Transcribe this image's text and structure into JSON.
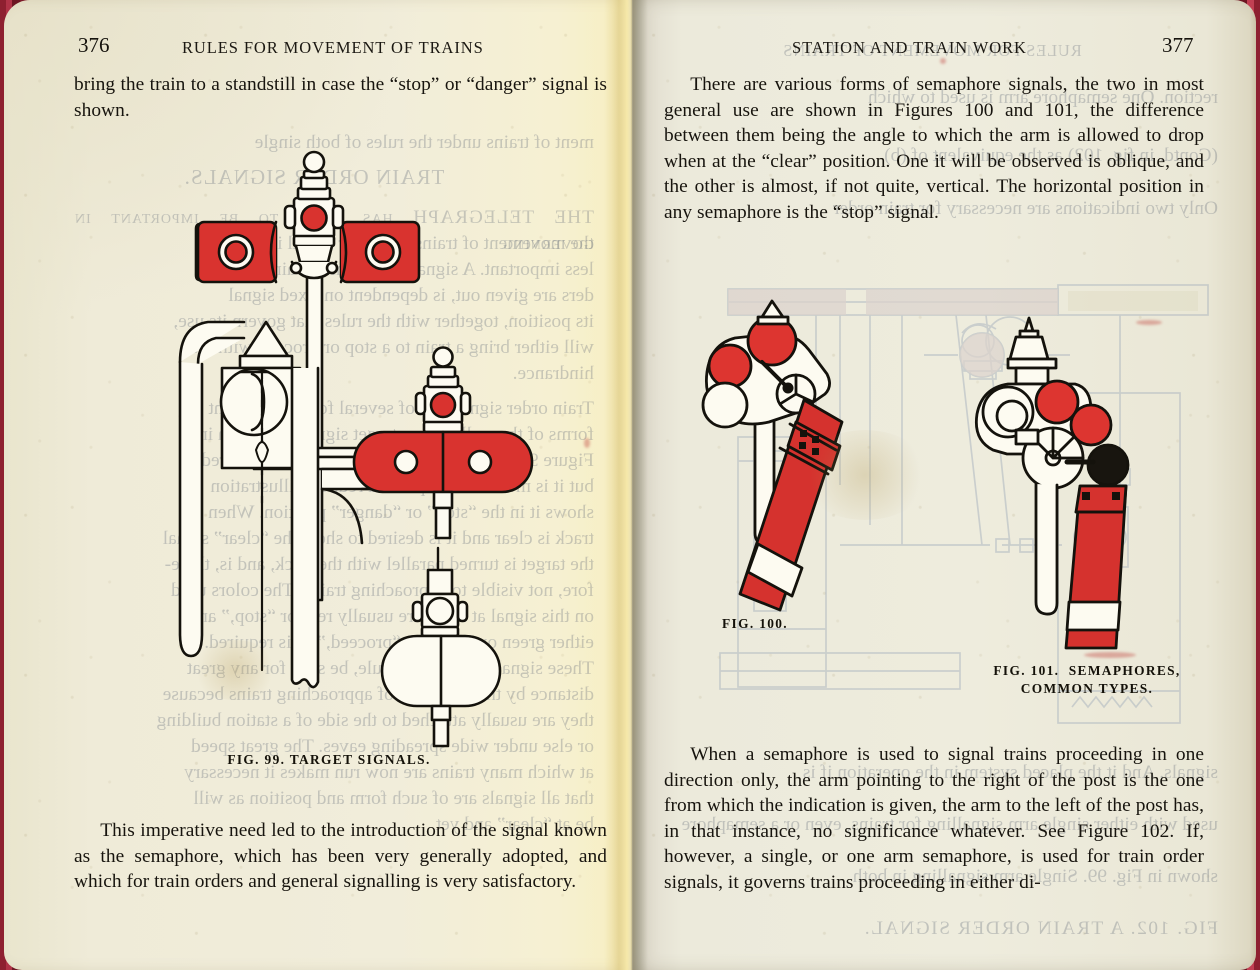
{
  "book": {
    "spread_label": "open book spread, two facing pages",
    "cover_color": "#7d1b28",
    "paper_color": "#eeead7",
    "ink_color": "#17140e",
    "signal_red": "#d8322f",
    "bleed_color": "#5d6675"
  },
  "left_page": {
    "folio": "376",
    "running_head": "RULES FOR MOVEMENT OF TRAINS",
    "paragraphs": [
      "bring the train to a standstill in case the “stop” or “danger” signal is shown.",
      "This imperative need led to the introduction of the signal known as the semaphore, which has been very generally adopted, and which for train orders and general signalling is very satisfactory."
    ],
    "figure": {
      "caption": "FIG. 99.  TARGET SIGNALS.",
      "number": "FIG. 99.",
      "title": "TARGET SIGNALS.",
      "description": "Line engraving of three railroad target signals: a double square red target with white ring centres on a post with lamp and finial, a red dumb-bell (two-lobed) target with two white holes, and a plain white oval target, each mounted over a lamp casing."
    },
    "bleed_through": {
      "heading": "TRAIN ORDER SIGNALS.",
      "lines": [
        "ment of trains under the rules of both single",
        "THE TELEGRAPH has come to be important in governing",
        "the movement of trains. Whether signal is no",
        "less important. A signal, from which train or-",
        "ders are given out, is dependent on fixed signal",
        "its position, together with the rules that govern its use,",
        "will either bring a train to a stop or proceed without",
        "hindrance.",
        "Train order signals are of several forms. Different",
        "forms of the well-known target signal are shown in",
        "Figure 99. The signal is painted either green or red,",
        "but it is more usually painted red.  The illustration",
        "shows it in the “stop” or “danger” position.  When the",
        "track is clear and it is desired to show the “clear” signal",
        "the target is turned parallel with the track, and is, there-",
        "fore, not visible to approaching trains.  The colors used",
        "on this signal at night are usually red for “stop,” and",
        "either green or white for “proceed,” as is required.",
        "These signals cannot, as a rule, be seen for any great",
        "distance by the engineers of approaching trains because",
        "they are usually attached to the side of a station building",
        "or else under wide spreading eaves.  The great speed",
        "at which many trains are now run makes it necessary",
        "that all signals are of such form and position as will",
        "be at “clear” and yet"
      ]
    }
  },
  "right_page": {
    "folio": "377",
    "running_head": "STATION AND TRAIN WORK",
    "paragraphs": [
      "There are various forms of semaphore signals, the two in most general use are shown in Figures 100 and 101, the difference between them being the angle to which the arm is allowed to drop when at the “clear” position.  One it will be observed is oblique, and the other is almost, if not quite, vertical.  The horizontal position in any semaphore is the “stop” signal.",
      "When a semaphore is used to signal trains proceeding in one direction only, the arm pointing to the right of the post is the one from which the indication is given, the arm to the left of the post has, in that instance, no significance whatever.  See Figure 102.  If, however, a single, or one arm semaphore, is used for train order signals, it governs trains proceeding in either di-"
    ],
    "figures": [
      {
        "caption": "FIG. 100.",
        "number": "FIG. 100.",
        "title": "",
        "description": "Semaphore signal head with oblique dropped red blade; spectacle casting carries two red roundels and one clear roundel, triangular finial on top, blade striped with a white band near the tip."
      },
      {
        "caption": "FIG. 101.  SEMAPHORES, COMMON TYPES.",
        "number": "FIG. 101.",
        "title": "SEMAPHORES, COMMON TYPES.",
        "description": "Semaphore signal with nearly vertical dropped red blade; spectacle casting carries two red roundels, one clear roundel and one black roundel, with ornate spire finial above and a white band across the blade."
      }
    ],
    "bleed_through": {
      "caption": "FIG. 102.  A TRAIN ORDER SIGNAL.",
      "lines": [
        "rection.  One semaphore arm is used to which",
        "(Contd. in fig. 102) as the equivalent of (b)",
        "Only two indications are necessary for train order",
        "signals.  And it the placed system in the operation if is",
        "used with either single arm signalling for trains, even or a semaphore",
        "shown in Fig. 99.  Single arm signalling in both",
        "FIG. 102.  A TRAIN ORDER SIGNAL."
      ]
    }
  },
  "figure_colors": {
    "target_red": "#d9332f",
    "blade_red": "#d5322e",
    "roundel_red": "#dd3530",
    "roundel_black": "#18150f",
    "outline": "#14120c",
    "white": "#fdfbf1"
  }
}
